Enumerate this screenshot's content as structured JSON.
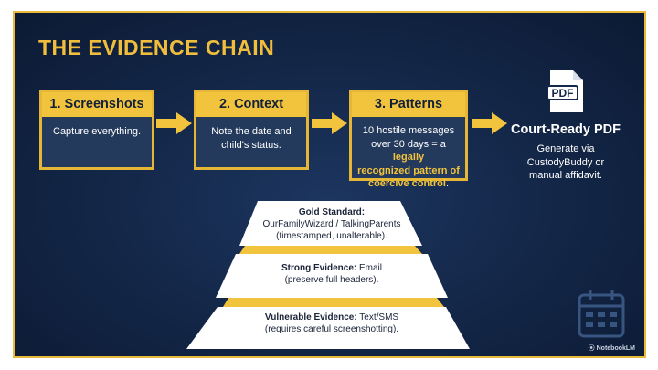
{
  "title": "THE EVIDENCE CHAIN",
  "steps": [
    {
      "label": "1. Screenshots",
      "text": "Capture everything."
    },
    {
      "label": "2. Context",
      "line1": "Note the date and",
      "line2": "child's status."
    },
    {
      "label": "3. Patterns",
      "line1": "10 hostile messages",
      "line2_plain": "over 30 days = a ",
      "line2_hl": "legally",
      "line3_hl": "recognized pattern of",
      "line4_hl": "coercive control",
      "line4_end": "."
    }
  ],
  "result": {
    "icon_label": "PDF",
    "title": "Court-Ready PDF",
    "line1": "Generate via",
    "line2": "CustodyBuddy or",
    "line3": "manual affidavit."
  },
  "pyramid": [
    {
      "heading": "Gold Standard:",
      "line1": "OurFamilyWizard / TalkingParents",
      "line2": "(timestamped, unalterable)."
    },
    {
      "heading": "Strong Evidence:",
      "rest": " Email",
      "line2": "(preserve full headers)."
    },
    {
      "heading": "Vulnerable Evidence:",
      "rest": " Text/SMS",
      "line2": "(requires careful screenshotting)."
    }
  ],
  "brand": "NotebookLM",
  "colors": {
    "accent": "#f2c33d",
    "background": "#14284a",
    "box": "#243a5c"
  },
  "icons": [
    "arrow-right-icon",
    "pdf-document-icon",
    "calendar-icon"
  ]
}
